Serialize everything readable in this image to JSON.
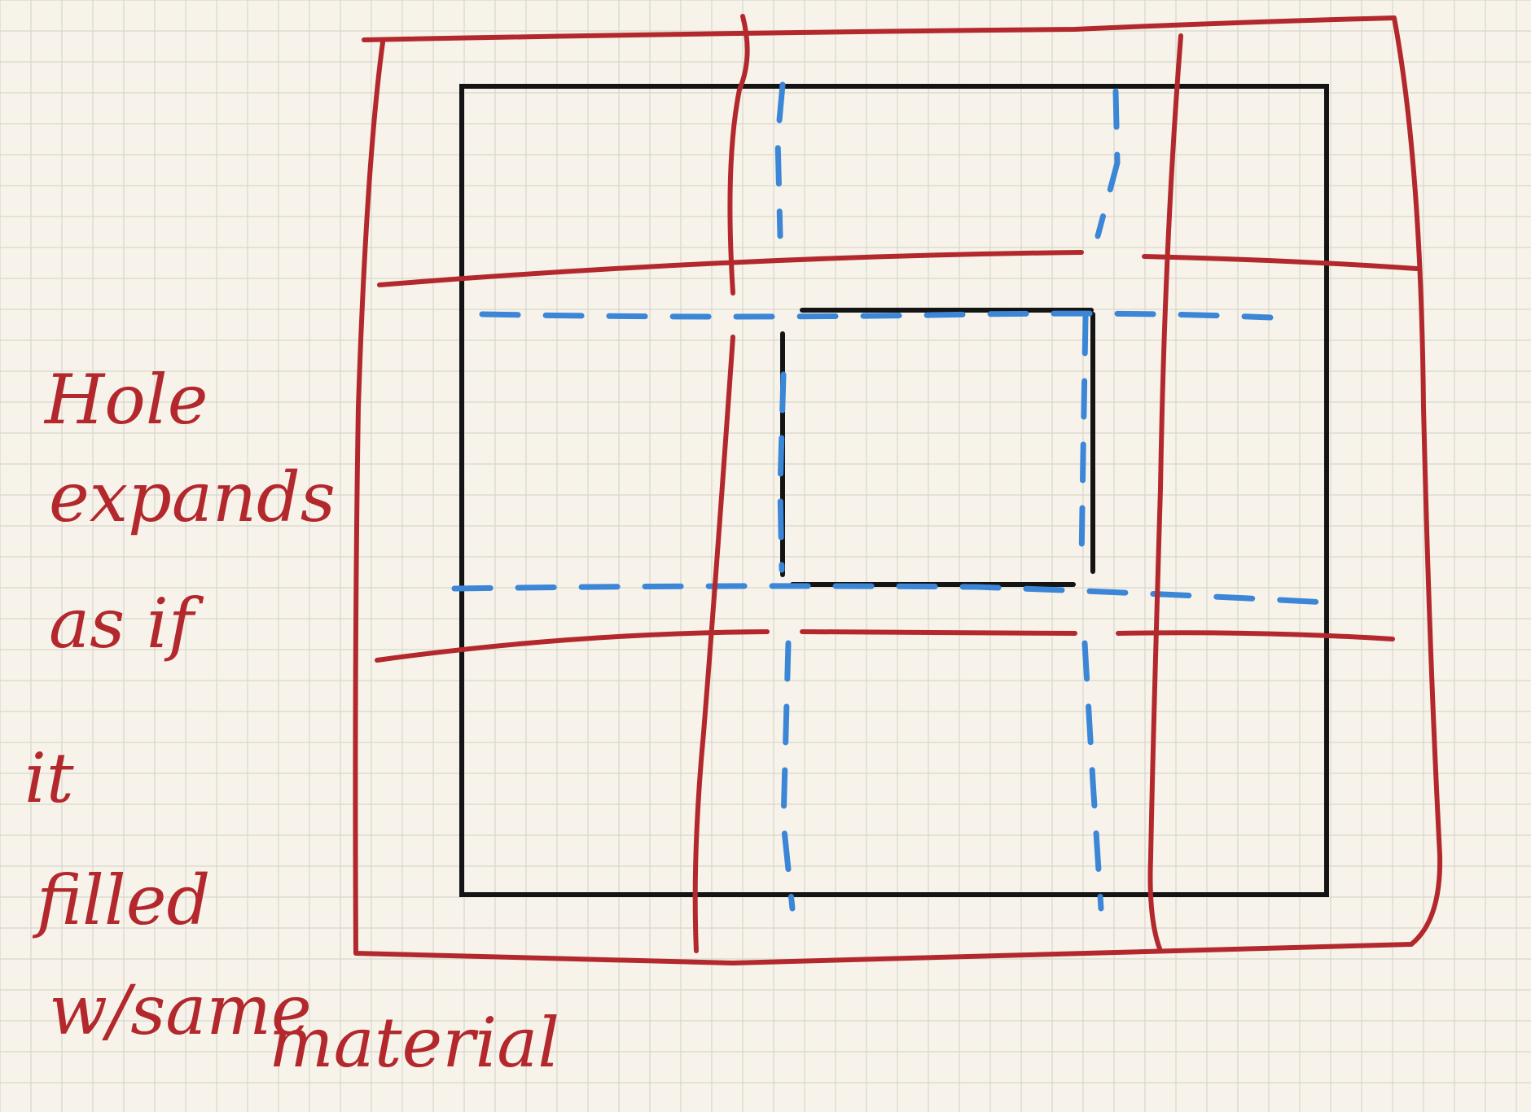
{
  "annotation": {
    "lines": [
      "Hole",
      "expands",
      "as if",
      "it",
      "filled",
      "w/same",
      "material"
    ]
  },
  "colors": {
    "paper": "#f7f3ea",
    "grid": "#d7d7cc",
    "outline": "#141414",
    "red": "#b3282d",
    "blue": "#3b86d6"
  }
}
